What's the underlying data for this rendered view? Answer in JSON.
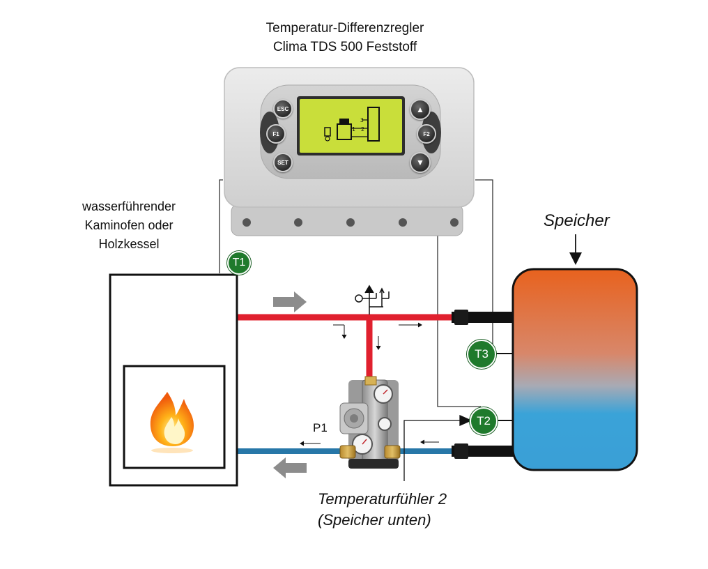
{
  "controller": {
    "title_line1": "Temperatur-Differenzregler",
    "title_line2": "Clima TDS 500 Feststoff",
    "keys": {
      "esc": "ESC",
      "f1": "F1",
      "set": "SET",
      "f2": "F2"
    },
    "display": {
      "label_3": "3",
      "label_2": "2",
      "label_1": "1",
      "background_color": "#c9de3a"
    }
  },
  "stove": {
    "label_line1": "wasserführender",
    "label_line2": "Kaminofen oder",
    "label_line3": "Holzkessel"
  },
  "storage": {
    "label": "Speicher",
    "top_color": "#e8621e",
    "bottom_color": "#3aa3d8"
  },
  "sensors": {
    "t1": "T1",
    "t2": "T2",
    "t3": "T3",
    "color": "#1f7a2c"
  },
  "pump": {
    "label": "P1"
  },
  "sensor_note": {
    "line1": "Temperaturfühler 2",
    "line2": "(Speicher unten)"
  },
  "pipes": {
    "supply_color": "#e0202e",
    "return_color": "#2777a8"
  }
}
